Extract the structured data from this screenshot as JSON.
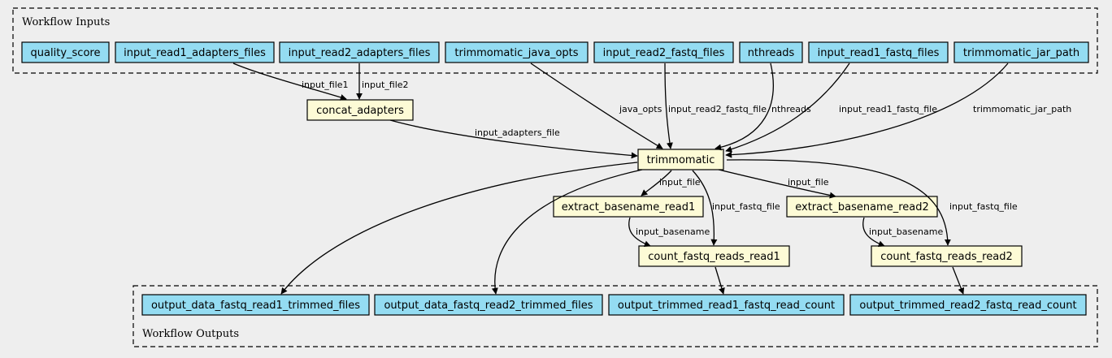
{
  "inputs_cluster": {
    "label": "Workflow Inputs",
    "nodes": {
      "quality_score": "quality_score",
      "input_read1_adapters_files": "input_read1_adapters_files",
      "input_read2_adapters_files": "input_read2_adapters_files",
      "trimmomatic_java_opts": "trimmomatic_java_opts",
      "input_read2_fastq_files": "input_read2_fastq_files",
      "nthreads": "nthreads",
      "input_read1_fastq_files": "input_read1_fastq_files",
      "trimmomatic_jar_path": "trimmomatic_jar_path"
    }
  },
  "tasks": {
    "concat_adapters": "concat_adapters",
    "trimmomatic": "trimmomatic",
    "extract_basename_read1": "extract_basename_read1",
    "extract_basename_read2": "extract_basename_read2",
    "count_fastq_reads_read1": "count_fastq_reads_read1",
    "count_fastq_reads_read2": "count_fastq_reads_read2"
  },
  "outputs_cluster": {
    "label": "Workflow Outputs",
    "nodes": {
      "output_data_fastq_read1_trimmed_files": "output_data_fastq_read1_trimmed_files",
      "output_data_fastq_read2_trimmed_files": "output_data_fastq_read2_trimmed_files",
      "output_trimmed_read1_fastq_read_count": "output_trimmed_read1_fastq_read_count",
      "output_trimmed_read2_fastq_read_count": "output_trimmed_read2_fastq_read_count"
    }
  },
  "edge_labels": {
    "input_file1": "input_file1",
    "input_file2": "input_file2",
    "java_opts": "java_opts",
    "input_read2_fastq_file": "input_read2_fastq_file",
    "nthreads": "nthreads",
    "input_read1_fastq_file": "input_read1_fastq_file",
    "trimmomatic_jar_path": "trimmomatic_jar_path",
    "input_adapters_file": "input_adapters_file",
    "input_file_1": "input_file",
    "input_fastq_file_1": "input_fastq_file",
    "input_file_2": "input_file",
    "input_fastq_file_2": "input_fastq_file",
    "input_basename_1": "input_basename",
    "input_basename_2": "input_basename"
  },
  "colors": {
    "io_node_fill": "#94dcf2",
    "task_node_fill": "#fdfbd6",
    "background": "#eeeeee"
  }
}
